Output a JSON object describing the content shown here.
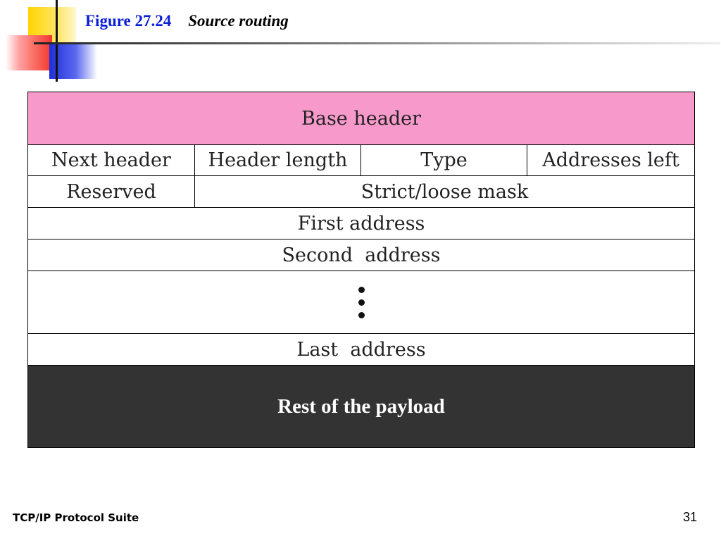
{
  "slide": {
    "figure_label": "Figure 27.24",
    "figure_title": "Source routing",
    "footer_text": "TCP/IP Protocol Suite",
    "page_number": "31"
  },
  "diagram": {
    "base_header": "Base header",
    "fields": [
      "Next header",
      "Header length",
      "Type",
      "Addresses left"
    ],
    "reserved": "Reserved",
    "mask": "Strict/loose mask",
    "first_address": "First address",
    "second_address": "Second  address",
    "last_address": "Last  address",
    "payload": "Rest of the payload"
  },
  "colors": {
    "title": "#0a1ed6",
    "base_header_fill": "#f79acb",
    "payload_fill": "#333333"
  }
}
